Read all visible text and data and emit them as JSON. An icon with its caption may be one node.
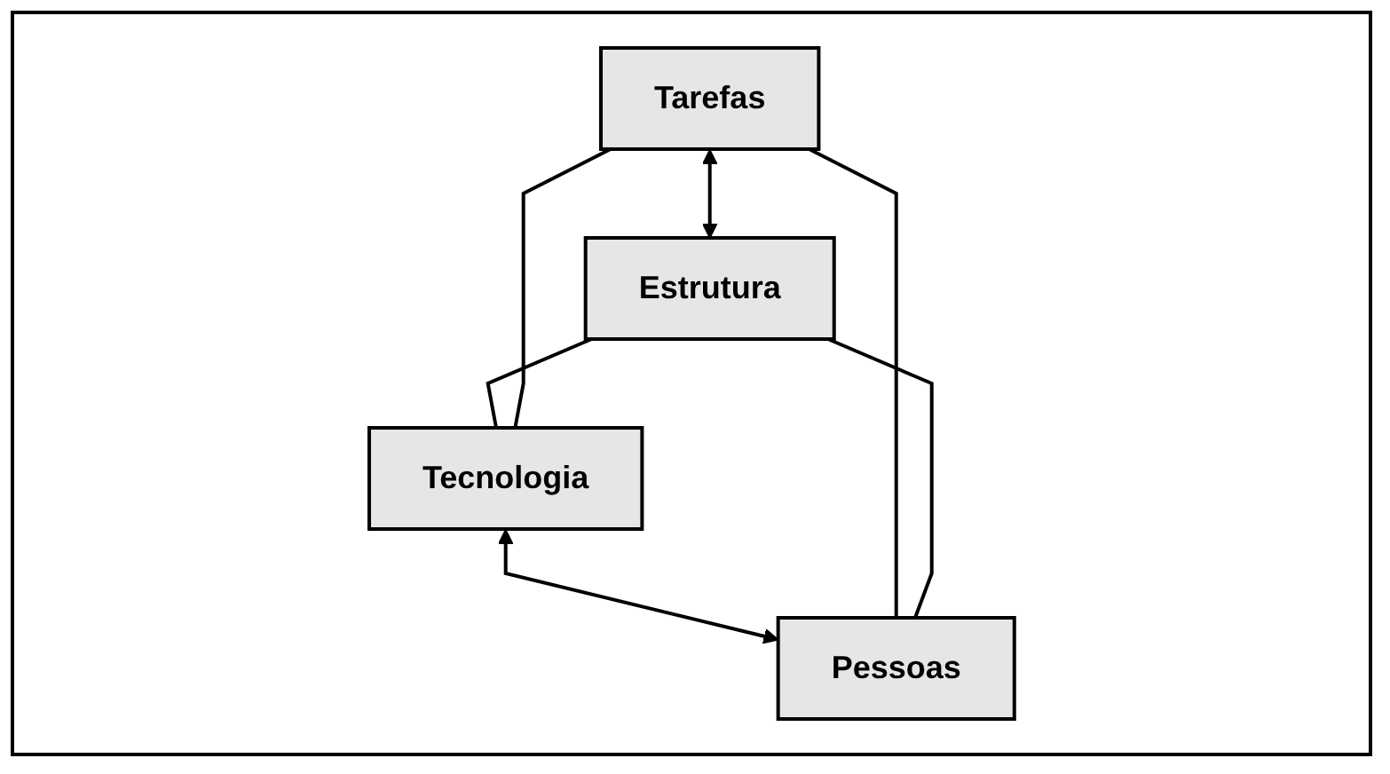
{
  "diagram": {
    "nodes": [
      {
        "text": [
          "Tarefas"
        ]
      },
      {
        "text": [
          "Tecnologia"
        ]
      },
      {
        "text": [
          "Pessoas"
        ]
      },
      {
        "text": [
          "Estrutura"
        ]
      }
    ],
    "edges": [
      {
        "from": 0,
        "to": 3,
        "arrow": "both"
      },
      {
        "from": 1,
        "to": 2,
        "arrow": "both"
      },
      {
        "from": 0,
        "to": 2,
        "arrow": "none"
      },
      {
        "from": 2,
        "to": 3,
        "arrow": "none"
      },
      {
        "from": 3,
        "to": 1,
        "arrow": "none"
      },
      {
        "from": 1,
        "to": 0,
        "arrow": "none"
      }
    ]
  }
}
